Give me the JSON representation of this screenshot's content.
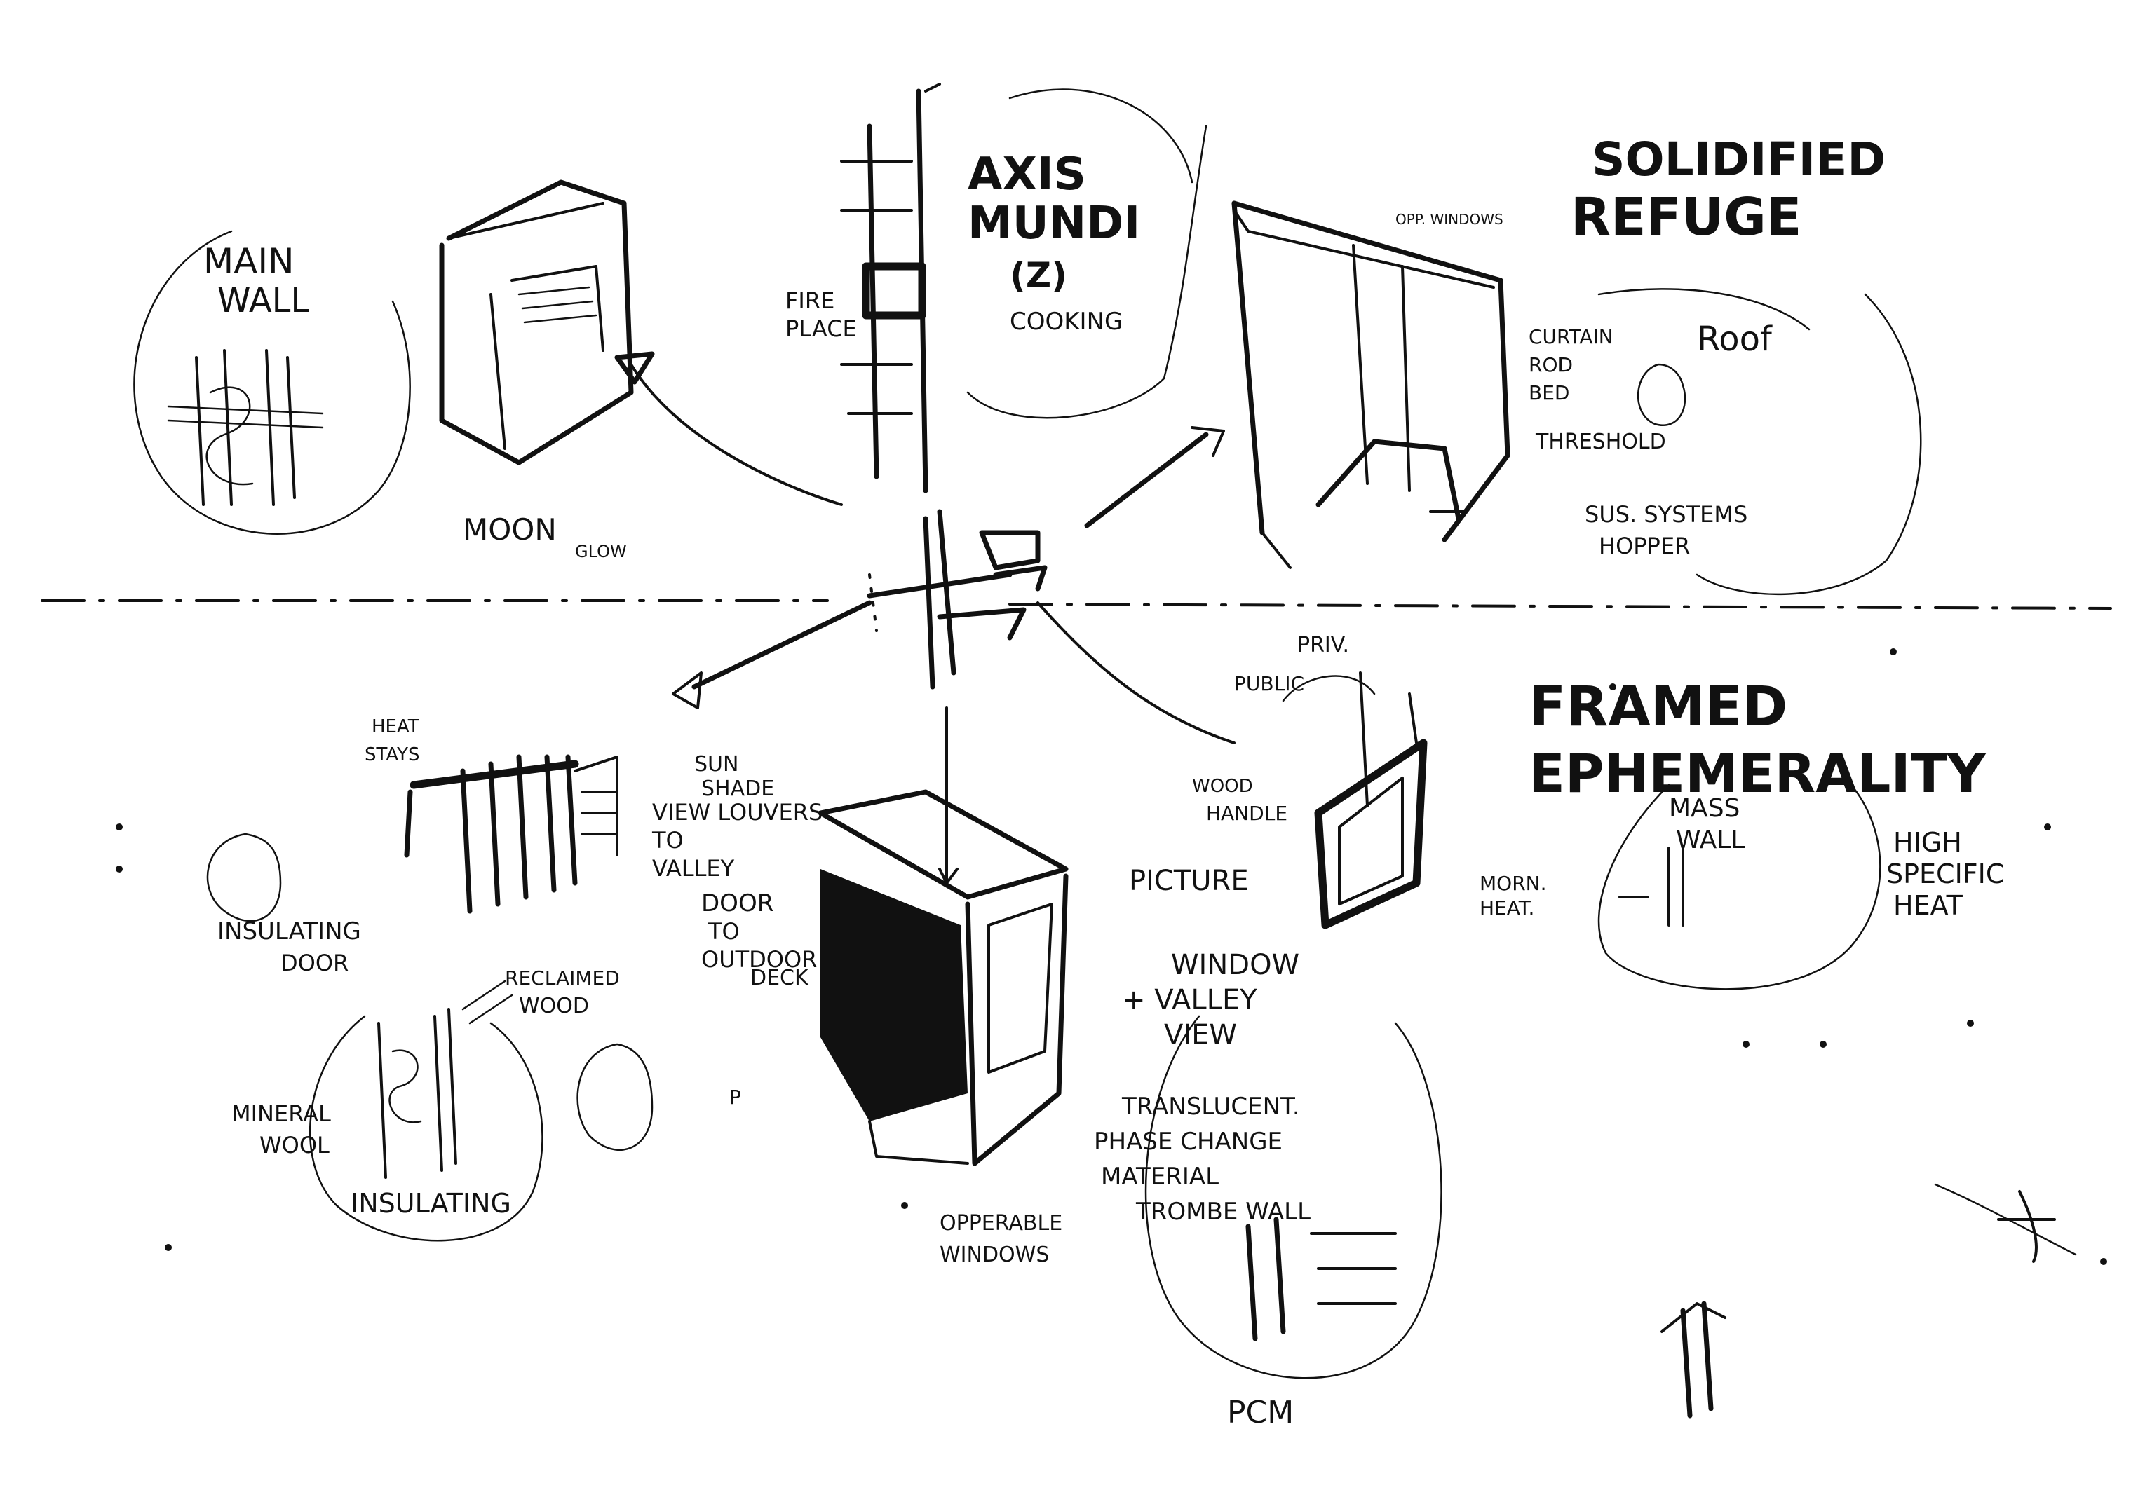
{
  "titles": {
    "axis_mundi_1": "AXIS",
    "axis_mundi_2": "MUNDI",
    "axis_mundi_3": "(Z)",
    "solidified_1": "SOLIDIFIED",
    "solidified_2": "REFUGE",
    "framed_1": "FRAMED",
    "framed_2": "EPHEMERALITY"
  },
  "labels": {
    "main": "MAIN",
    "wall": "WALL",
    "fire": "FIRE",
    "place": "PLACE",
    "cooking": "COOKING",
    "opp_windows": "OPP. WINDOWS",
    "curtain": "CURTAIN",
    "rod": "ROD",
    "bed": "BED",
    "threshold": "THRESHOLD",
    "roof": "Roof",
    "sus_systems": "SUS. SYSTEMS",
    "hopper": "HOPPER",
    "moon": "MOON",
    "glow": "GLOW",
    "heat": "HEAT",
    "stays": "STAYS",
    "sun": "SUN",
    "shade": "SHADE",
    "view_louvers": "VIEW LOUVERS",
    "to": "TO",
    "valley": "VALLEY",
    "door": "DOOR",
    "to2": "TO",
    "outdoor": "OUTDOOR",
    "deck": "DECK",
    "priv": "PRIV.",
    "public": "PUBLIC",
    "wood": "WOOD",
    "handle": "HANDLE",
    "mass": "MASS",
    "mass_wall": "WALL",
    "high": "HIGH",
    "specific": "SPECIFIC",
    "heat2": "HEAT",
    "morn_heat_1": "MORN.",
    "morn_heat_2": "HEAT.",
    "insulating_door_1": "INSULATING",
    "insulating_door_2": "DOOR",
    "picture": "PICTURE",
    "window": "WINDOW",
    "valley_view_1": "+ VALLEY",
    "valley_view_2": "VIEW",
    "reclaimed": "RECLAIMED",
    "reclaimed_wood": "WOOD",
    "mineral": "MINERAL",
    "mineral_wool": "WOOL",
    "insulating": "INSULATING",
    "p": "P",
    "translucent": "TRANSLUCENT.",
    "phase_change": "PHASE CHANGE",
    "material": "MATERIAL",
    "trombe": "TROMBE WALL",
    "opperable": "OPPERABLE",
    "windows": "WINDOWS",
    "pcm": "PCM"
  },
  "colors": {
    "ink": "#111111",
    "paper": "#ffffff"
  }
}
